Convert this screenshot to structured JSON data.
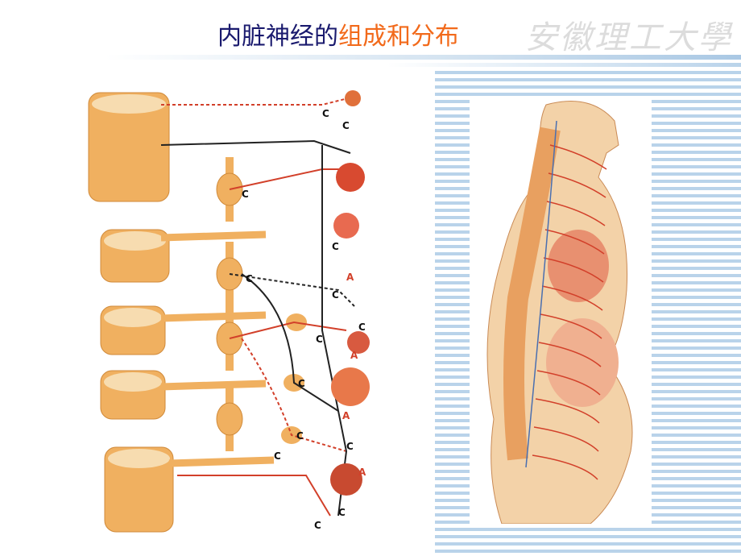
{
  "slide": {
    "title_part1": "内脏神经的",
    "title_part2": "组成和分布",
    "watermark": "安徽理工大學"
  },
  "colors": {
    "title_dark": "#1a1a6e",
    "title_accent": "#f26a1b",
    "stripe": "#b9d3ea",
    "tissue": "#f0b060",
    "nerve_red": "#d2402a"
  },
  "left_figure": {
    "labels": {
      "c": "C",
      "a": "A"
    }
  },
  "right_figure": {}
}
